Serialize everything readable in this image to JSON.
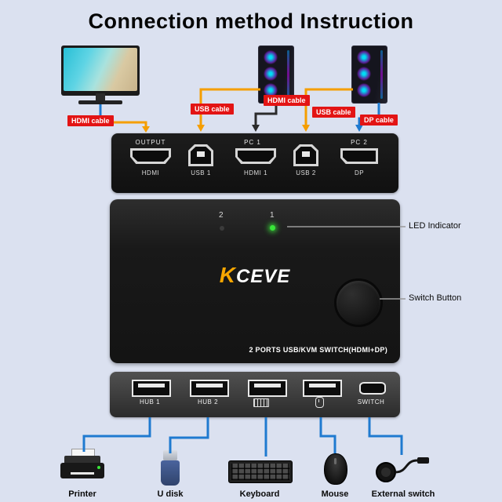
{
  "title": "Connection method Instruction",
  "cable_labels": {
    "monitor_hdmi": "HDMI cable",
    "pc1_usb": "USB cable",
    "pc1_hdmi": "HDMI cable",
    "pc2_usb": "USB cable",
    "pc2_dp": "DP cable"
  },
  "rear_panel": {
    "output": "OUTPUT",
    "pc1": "PC 1",
    "pc2": "PC 2",
    "port_labels": [
      "HDMI",
      "USB 1",
      "HDMI 1",
      "USB 2",
      "DP"
    ]
  },
  "front_panel": {
    "led2": "2",
    "led1": "1",
    "brand_k": "K",
    "brand_rest": "CEVE",
    "model": "2 PORTS USB/KVM SWITCH(HDMI+DP)"
  },
  "callouts": {
    "led": "LED Indicator",
    "switch_button": "Switch Button"
  },
  "bottom_panel": {
    "hub1": "HUB 1",
    "hub2": "HUB 2",
    "switch": "SWITCH"
  },
  "devices": {
    "printer": "Printer",
    "udisk": "U disk",
    "keyboard": "Keyboard",
    "mouse": "Mouse",
    "external_switch": "External switch"
  },
  "colors": {
    "accent_orange": "#f59e00",
    "cable_blue": "#1f7ad0",
    "label_red": "#e31414",
    "led_green": "#39e639"
  }
}
